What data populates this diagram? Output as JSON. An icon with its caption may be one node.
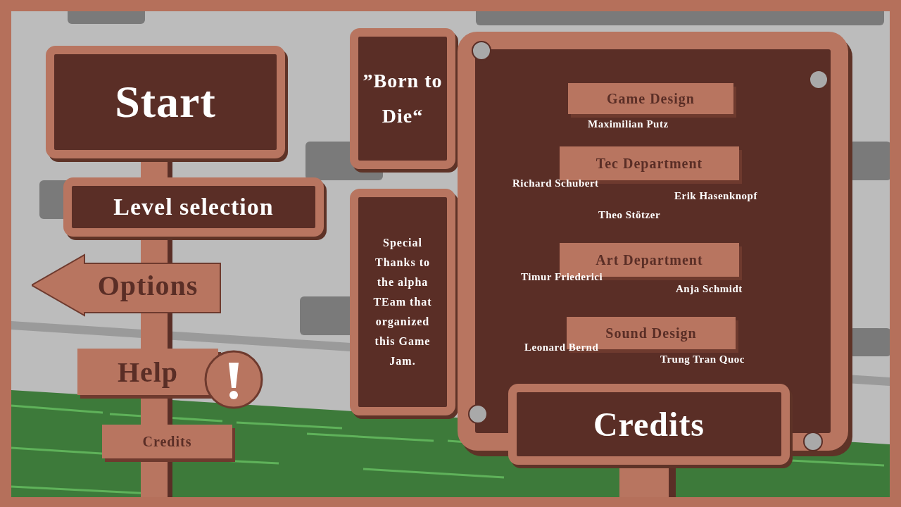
{
  "diagram": {
    "nodes": [
      {
        "text": [
          "Start"
        ]
      },
      {
        "text": [
          "Level selection"
        ]
      },
      {
        "text": [
          "Options"
        ]
      },
      {
        "text": [
          "Help"
        ]
      },
      {
        "text": [
          "Credits"
        ]
      },
      {
        "text": [
          "”Born to Die“"
        ]
      },
      {
        "text": [
          "Special Thanks to the alpha TEam that organized this Game Jam."
        ]
      },
      {
        "text": [],
        "shape": "box"
      },
      {
        "text": [
          "Game Design"
        ],
        "in": 7,
        "beside": [
          "Maximilian Putz"
        ]
      },
      {
        "text": [
          "Tec Department"
        ],
        "in": 7,
        "beside": [
          "Richard Schubert",
          "Erik Hasenknopf",
          "Theo Stötzer"
        ]
      },
      {
        "text": [
          "Art Department"
        ],
        "in": 7,
        "beside": [
          "Timur Friederici",
          "Anja Schmidt"
        ]
      },
      {
        "text": [
          "Sound Design"
        ],
        "in": 7,
        "beside": [
          "Leonard Bernd",
          "Trung Tran Quoc"
        ]
      },
      {
        "text": [
          "Credits"
        ]
      }
    ]
  }
}
